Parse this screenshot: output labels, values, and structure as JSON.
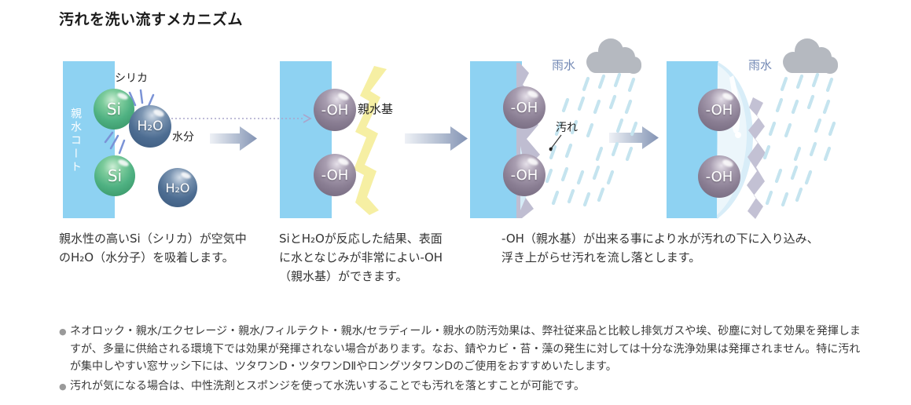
{
  "title": "汚れを洗い流すメカニズム",
  "colors": {
    "coat_bar": "#8ed2f2",
    "si_sphere": "#4fb182",
    "h2o_sphere": "#4d6d92",
    "oh_sphere": "#8a7e93",
    "arrow": "#8393b4",
    "zigzag": "#f6efa3",
    "cloud": "#b5b9c0",
    "rain": "#c5e4ef",
    "dirt": "#bfbdd1",
    "rain_label": "#7288b4"
  },
  "panel1": {
    "coat_label": "親水コート",
    "silica_label": "シリカ",
    "moisture_label": "水分",
    "si_label": "Si",
    "h2o_label": "H₂O",
    "caption_lines": [
      "親水性の高いSi（シリカ）が空気中",
      "のH₂O（水分子）を吸着します。"
    ]
  },
  "panel2": {
    "oh_label": "-OH",
    "hydrophilic_group_label": "親水基",
    "caption_lines": [
      "SiとH₂Oが反応した結果、表面",
      "に水となじみが非常によい-OH",
      "（親水基）ができます。"
    ]
  },
  "panel3": {
    "oh_label": "-OH",
    "rain_label": "雨水",
    "dirt_label": "汚れ",
    "caption_lines": [
      "-OH（親水基）が出来る事により水が汚れの下に入り込み、",
      "浮き上がらせ汚れを流し落とします。"
    ]
  },
  "panel4": {
    "oh_label": "-OH",
    "rain_label": "雨水"
  },
  "notes": [
    {
      "bullet": "●",
      "text": "ネオロック・親水/エクセレージ・親水/フィルテクト・親水/セラディール・親水の防汚効果は、弊社従来品と比較し排気ガスや埃、砂塵に対して効果を発揮しますが、多量に供給される環境下では効果が発揮されない場合があります。なお、錆やカビ・苔・藻の発生に対しては十分な洗浄効果は発揮されません。特に汚れが集中しやすい窓サッシ下には、ツタワンD・ツタワンDⅡやロングツタワンDのご使用をおすすめいたします。"
    },
    {
      "bullet": "●",
      "text": "汚れが気になる場合は、中性洗剤とスポンジを使って水洗いすることでも汚れを落とすことが可能です。"
    }
  ]
}
